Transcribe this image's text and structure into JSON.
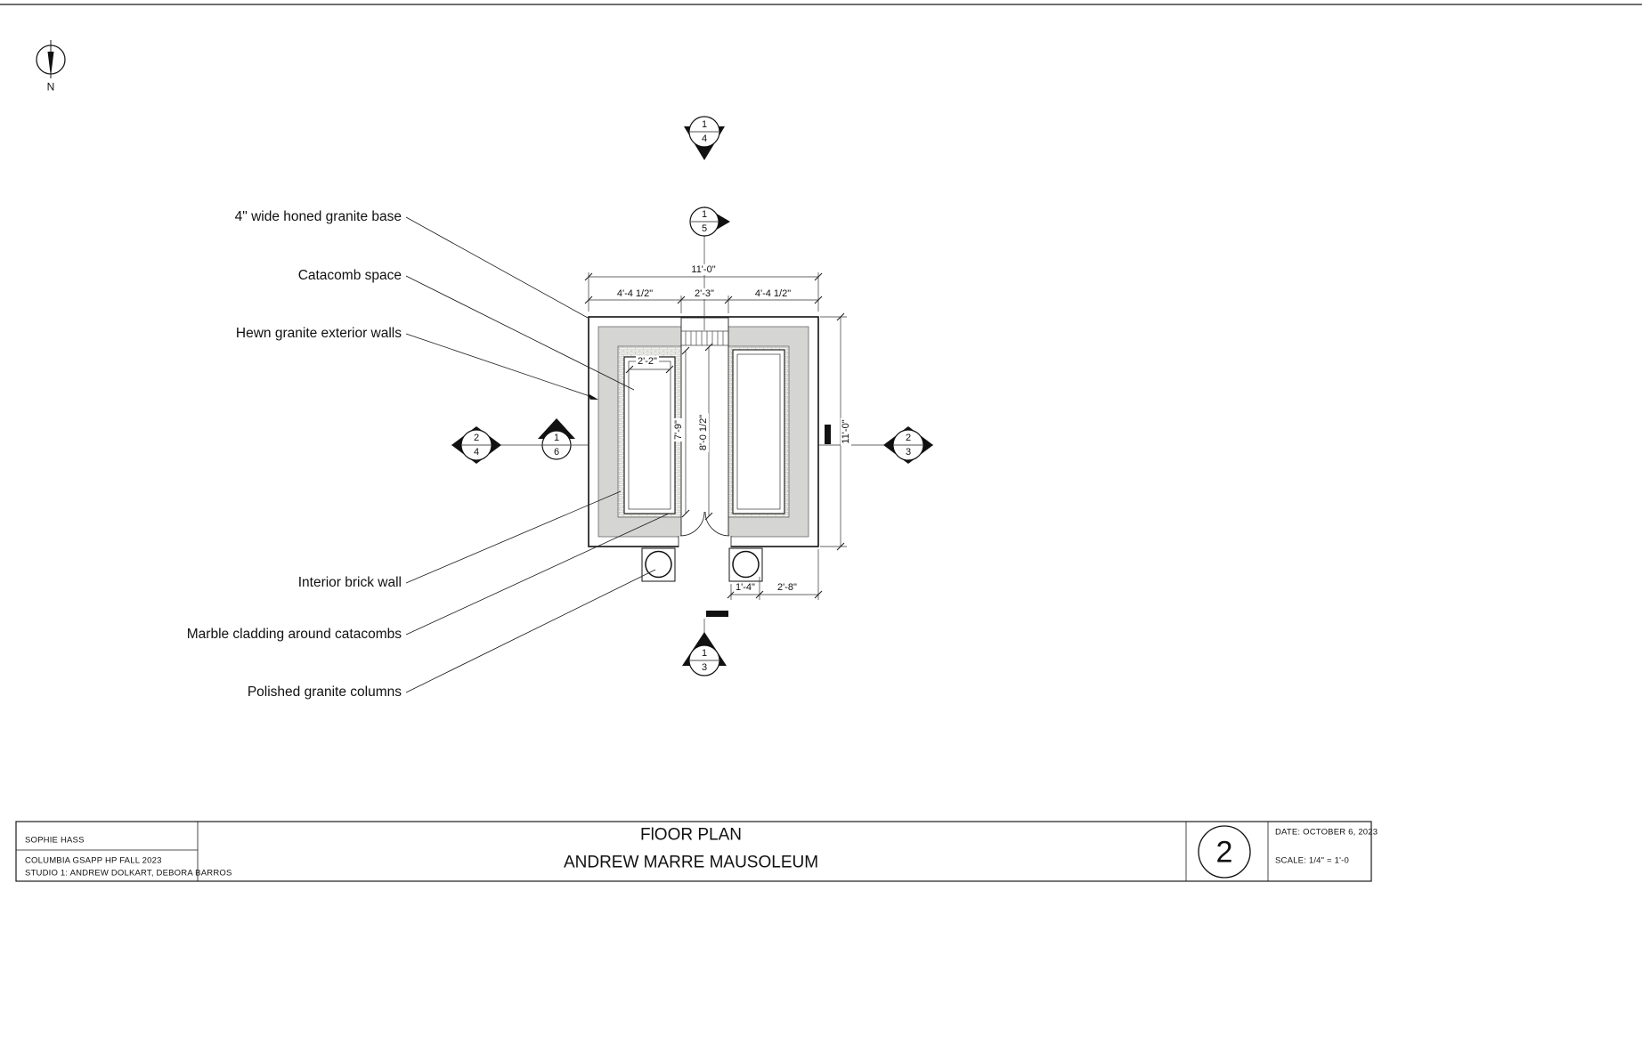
{
  "colors": {
    "wall_fill": "#d5d5d3"
  },
  "markers": {
    "north": "N",
    "top": {
      "num": "1",
      "sheet": "4"
    },
    "upper": {
      "num": "1",
      "sheet": "5"
    },
    "left_outer": {
      "num": "2",
      "sheet": "4"
    },
    "left_inner": {
      "num": "1",
      "sheet": "6"
    },
    "right": {
      "num": "2",
      "sheet": "3"
    },
    "bottom": {
      "num": "1",
      "sheet": "3"
    }
  },
  "annotations": {
    "labels": [
      "4\" wide honed granite base",
      "Catacomb space",
      "Hewn granite exterior walls",
      "Interior brick wall",
      "Marble cladding around catacombs",
      "Polished granite columns"
    ]
  },
  "dimensions": {
    "overall_width": "11'-0\"",
    "left_bay": "4'-4 1/2\"",
    "center_bay": "2'-3\"",
    "right_bay": "4'-4 1/2\"",
    "overall_height": "11'-0\"",
    "catacomb_width": "2'-2\"",
    "catacomb_length": "7'-9\"",
    "corridor_length": "8'-0 1/2\"",
    "col_offset": "1'-4\"",
    "col_spacing": "2'-8\""
  },
  "title_block": {
    "author": "SOPHIE HASS",
    "program": "COLUMBIA GSAPP HP FALL 2023",
    "studio": "STUDIO 1: ANDREW DOLKART, DEBORA BARROS",
    "title": "FlOOR PLAN",
    "subtitle": "ANDREW MARRE MAUSOLEUM",
    "sheet_number": "2",
    "date": "DATE: OCTOBER 6, 2023",
    "scale": "SCALE: 1/4\" = 1'-0"
  }
}
